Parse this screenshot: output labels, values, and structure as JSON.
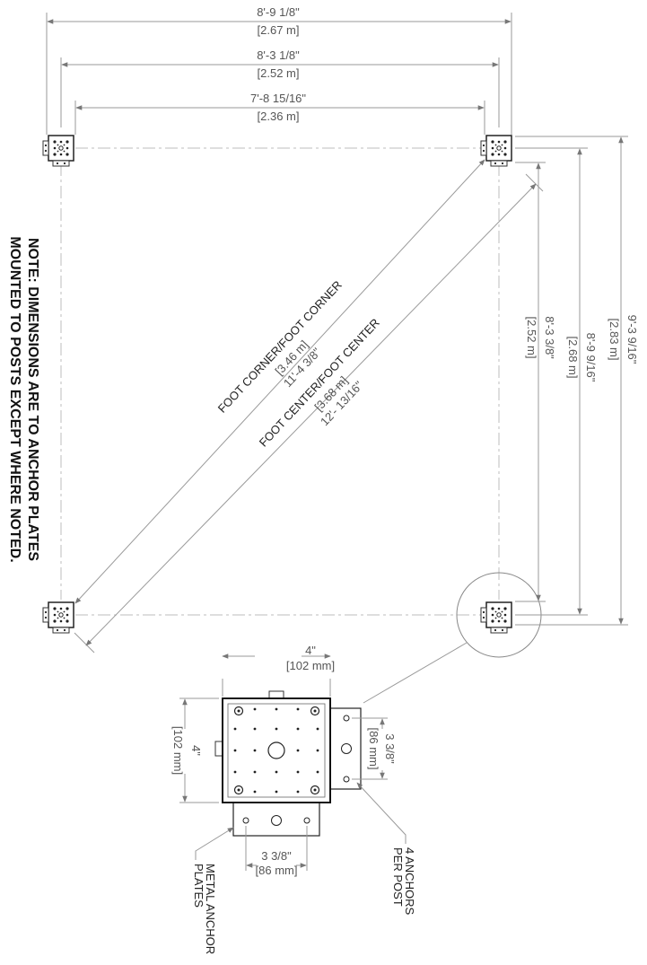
{
  "note": {
    "line1": "NOTE: DIMENSIONS ARE TO ANCHOR PLATES",
    "line2": "MOUNTED TO POSTS EXCEPT WHERE NOTED."
  },
  "dimensions": {
    "top_outer": {
      "imperial": "8'-9 1/8\"",
      "metric": "[2.67 m]"
    },
    "top_middle": {
      "imperial": "8'-3 1/8\"",
      "metric": "[2.52 m]"
    },
    "top_inner": {
      "imperial": "7'-8 15/16\"",
      "metric": "[2.36 m]"
    },
    "right_outer": {
      "imperial": "9'-3 9/16\"",
      "metric": "[2.83 m]"
    },
    "right_middle": {
      "imperial": "8'-9 9/16\"",
      "metric": "[2.68 m]"
    },
    "right_inner": {
      "imperial": "8'-3 3/8\"",
      "metric": "[2.52 m]"
    },
    "diag_corner": {
      "title": "FOOT CORNER/FOOT CORNER",
      "imperial": "11'-4 3/8\"",
      "metric": "[3.46 m]"
    },
    "diag_center": {
      "title": "FOOT CENTER/FOOT CENTER",
      "imperial": "12'- 13/16\"",
      "metric": "[3.68 m]"
    }
  },
  "detail": {
    "post_width": {
      "imperial": "4\"",
      "metric": "[102 mm]"
    },
    "post_height": {
      "imperial": "4\"",
      "metric": "[102 mm]"
    },
    "plate_right_hole_spacing": {
      "imperial": "3 3/8\"",
      "metric": "[86 mm]"
    },
    "plate_bottom_hole_spacing": {
      "imperial": "3 3/8\"",
      "metric": "[86 mm]"
    },
    "anchors_label": {
      "line1": "4 ANCHORS",
      "line2": "PER POST"
    },
    "plates_label": {
      "line1": "METAL ANCHOR",
      "line2": "PLATES"
    }
  },
  "colors": {
    "dimension_line": "#9a9a9a",
    "outline": "#222222",
    "text": "#555555"
  }
}
